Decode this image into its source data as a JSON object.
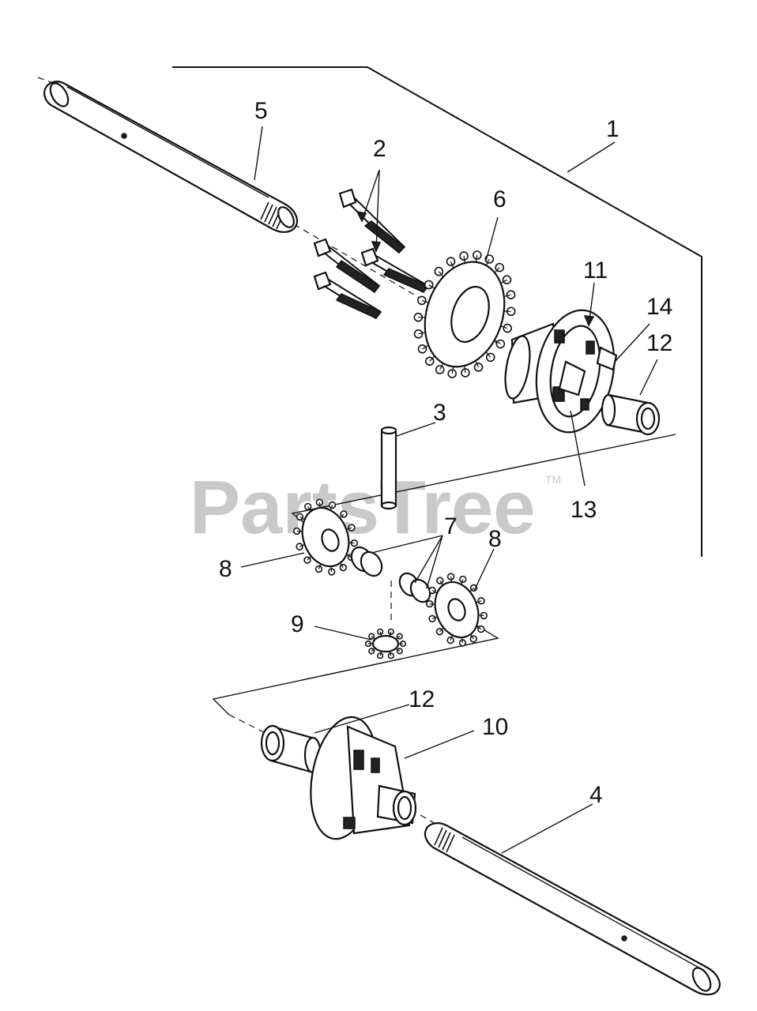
{
  "watermark": {
    "text": "PartsTree",
    "trademark": "TM"
  },
  "callouts": {
    "c1": "1",
    "c2": "2",
    "c3": "3",
    "c4": "4",
    "c5": "5",
    "c6": "6",
    "c7": "7",
    "c8a": "8",
    "c8b": "8",
    "c9": "9",
    "c10": "10",
    "c11": "11",
    "c12a": "12",
    "c12b": "12",
    "c13": "13",
    "c14": "14"
  }
}
